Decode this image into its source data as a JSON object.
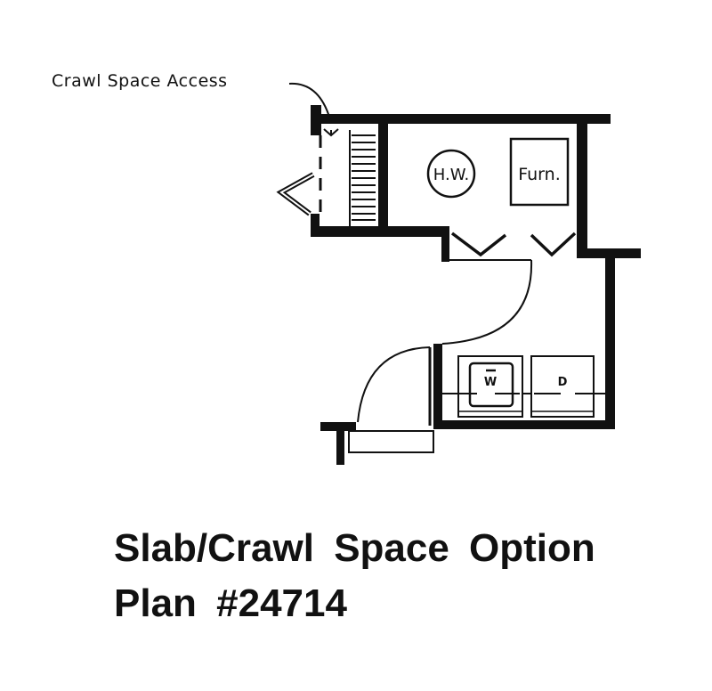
{
  "callout": {
    "label": "Crawl Space Access"
  },
  "fixtures": {
    "water_heater": "H.W.",
    "furnace": "Furn.",
    "washer": "W",
    "dryer": "D"
  },
  "caption": {
    "line1": "Slab/Crawl Space Option",
    "line2": "Plan #24714"
  },
  "colors": {
    "ink": "#111111",
    "background": "#ffffff"
  }
}
